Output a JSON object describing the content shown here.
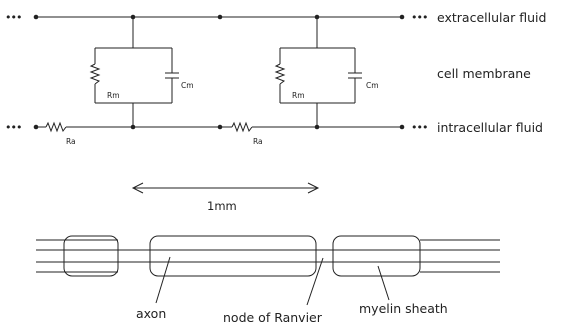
{
  "circuit": {
    "left_ellipsis_top": "•••",
    "left_ellipsis_bottom": "•••",
    "right_ellipsis_top": "•••",
    "right_ellipsis_bottom": "•••",
    "extracellular_label": "extracellular fluid",
    "membrane_label": "cell membrane",
    "intracellular_label": "intracellular fluid",
    "rm_label": "Rm",
    "cm_label": "Cm",
    "ra_label": "Ra"
  },
  "scale": {
    "length_label": "1mm"
  },
  "axon_diagram": {
    "axon_label": "axon",
    "node_label": "node of Ranvier",
    "myelin_label": "myelin sheath"
  }
}
